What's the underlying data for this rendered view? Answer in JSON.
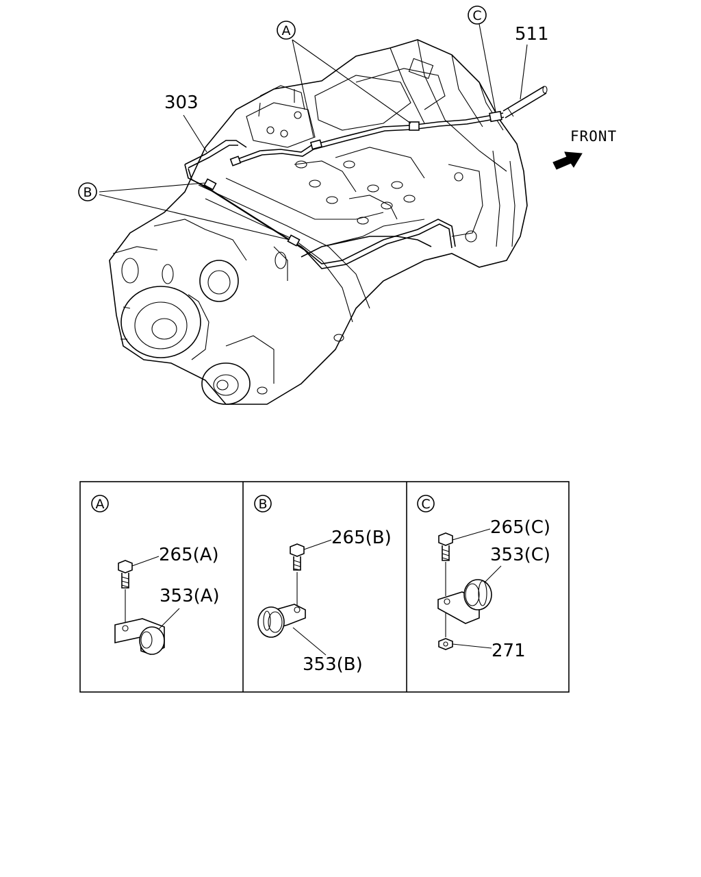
{
  "labels": {
    "part_511": "511",
    "part_303": "303",
    "callout_a": "A",
    "callout_b": "B",
    "callout_c": "C",
    "front": "FRONT"
  },
  "panels": {
    "a": {
      "title": "A",
      "bolt": "265(A)",
      "clip": "353(A)"
    },
    "b": {
      "title": "B",
      "bolt": "265(B)",
      "clip": "353(B)"
    },
    "c": {
      "title": "C",
      "bolt": "265(C)",
      "clip": "353(C)",
      "nut": "271"
    }
  },
  "icons": {
    "front_arrow": "arrow-right-icon"
  }
}
